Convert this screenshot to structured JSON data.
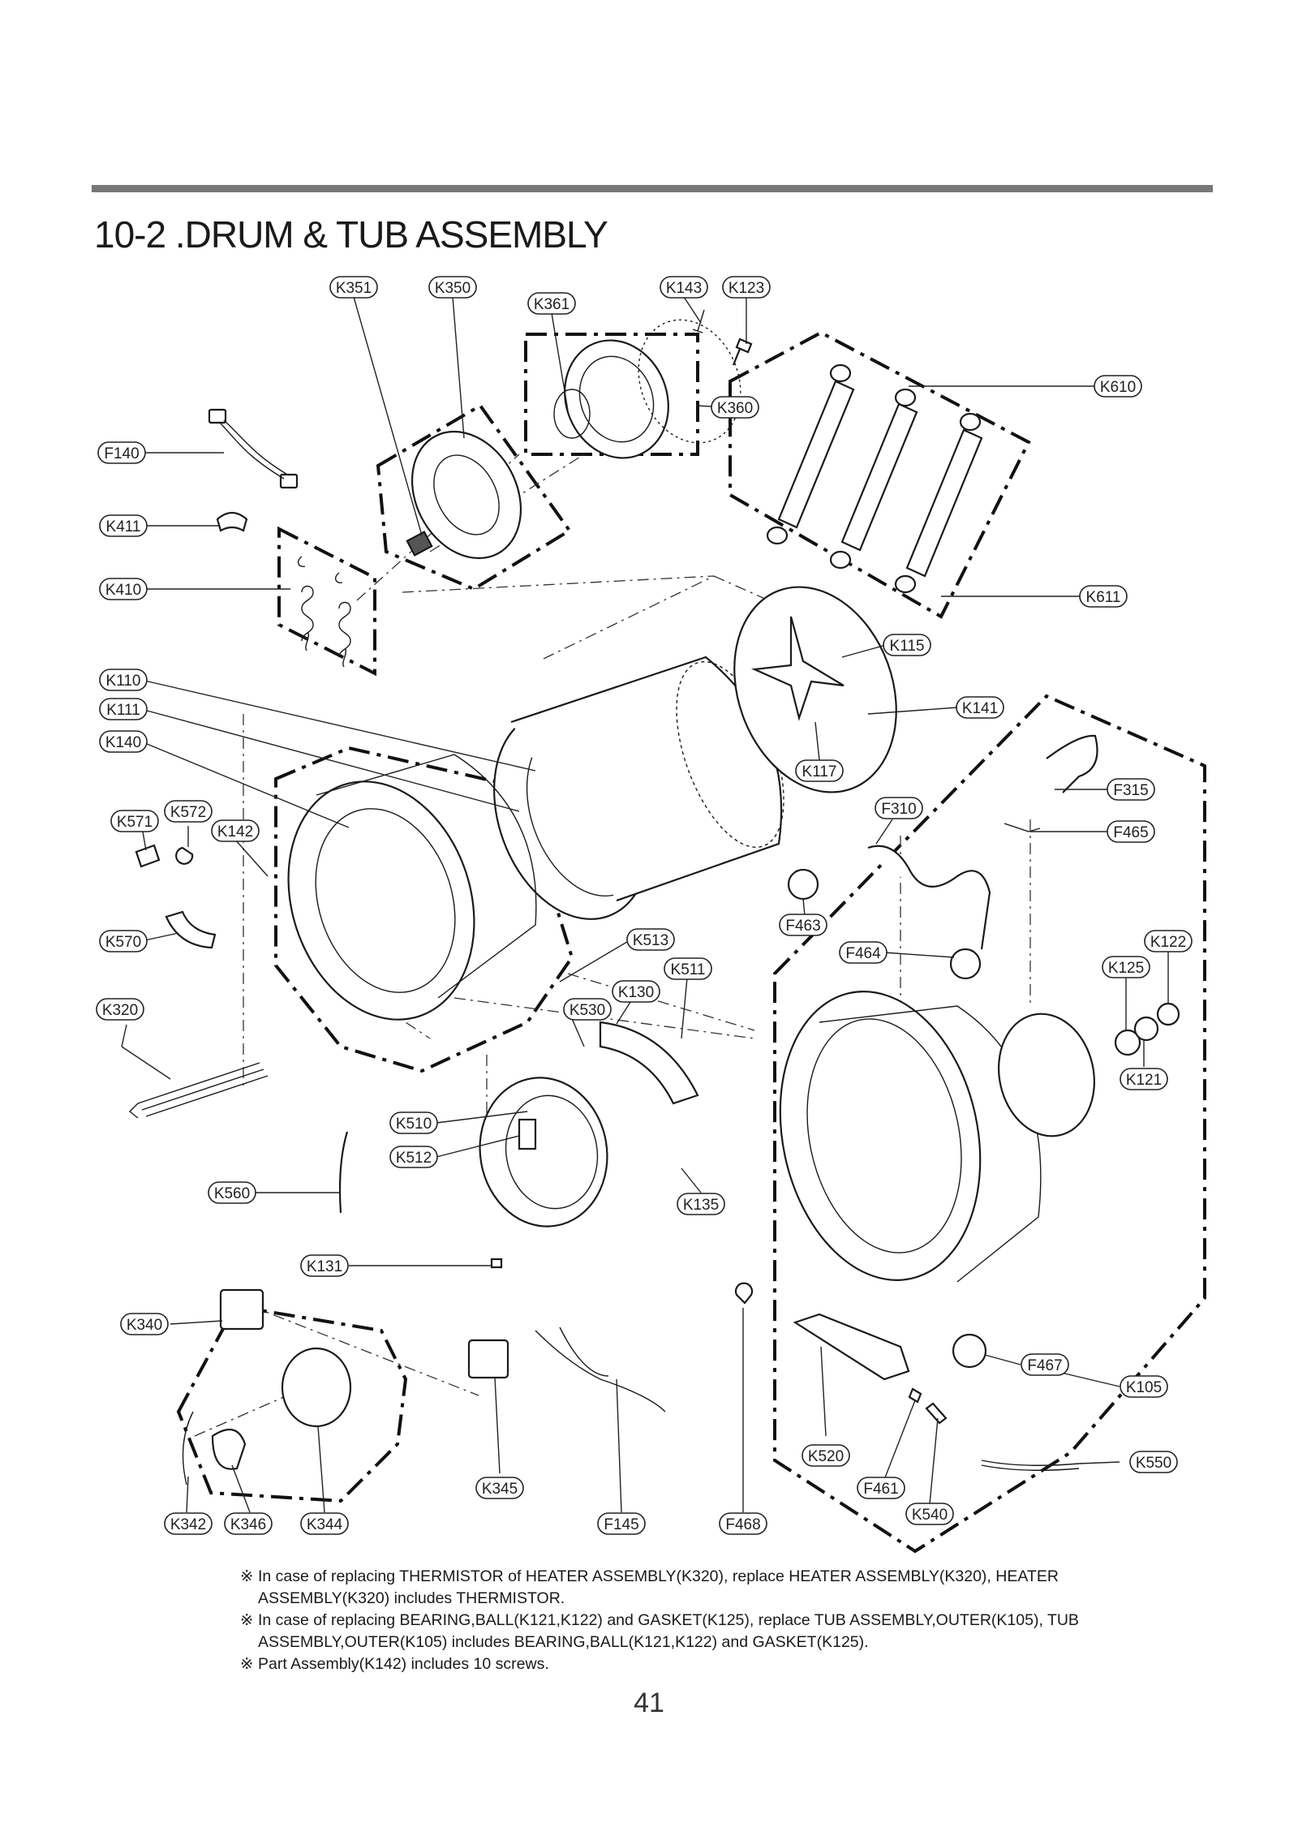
{
  "section": {
    "number": "10-2",
    "title": ".DRUM & TUB ASSEMBLY"
  },
  "note_mark": "※",
  "notes": [
    "In case of replacing THERMISTOR of HEATER ASSEMBLY(K320), replace HEATER ASSEMBLY(K320), HEATER ASSEMBLY(K320) includes THERMISTOR.",
    "In case of replacing BEARING,BALL(K121,K122) and GASKET(K125), replace TUB ASSEMBLY,OUTER(K105), TUB ASSEMBLY,OUTER(K105) includes BEARING,BALL(K121,K122) and GASKET(K125).",
    "Part Assembly(K142) includes 10 screws."
  ],
  "page_number": "41",
  "part_labels": {
    "K351": "K351",
    "K350": "K350",
    "K361": "K361",
    "K143": "K143",
    "K123": "K123",
    "K610": "K610",
    "K360": "K360",
    "F140": "F140",
    "K411": "K411",
    "K410": "K410",
    "K611": "K611",
    "K115": "K115",
    "K110": "K110",
    "K111": "K111",
    "K141": "K141",
    "K140": "K140",
    "K117": "K117",
    "F315": "F315",
    "K572": "K572",
    "K571": "K571",
    "K142": "K142",
    "F310": "F310",
    "F465": "F465",
    "K570": "K570",
    "F463": "F463",
    "K513": "K513",
    "K122": "K122",
    "K511": "K511",
    "F464": "F464",
    "K125": "K125",
    "K130": "K130",
    "K320": "K320",
    "K530": "K530",
    "K121": "K121",
    "K510": "K510",
    "K512": "K512",
    "K560": "K560",
    "K135": "K135",
    "K131": "K131",
    "K340": "K340",
    "F467": "F467",
    "K105": "K105",
    "K520": "K520",
    "K550": "K550",
    "F461": "F461",
    "K345": "K345",
    "K540": "K540",
    "K342": "K342",
    "K346": "K346",
    "K344": "K344",
    "F145": "F145",
    "F468": "F468"
  }
}
